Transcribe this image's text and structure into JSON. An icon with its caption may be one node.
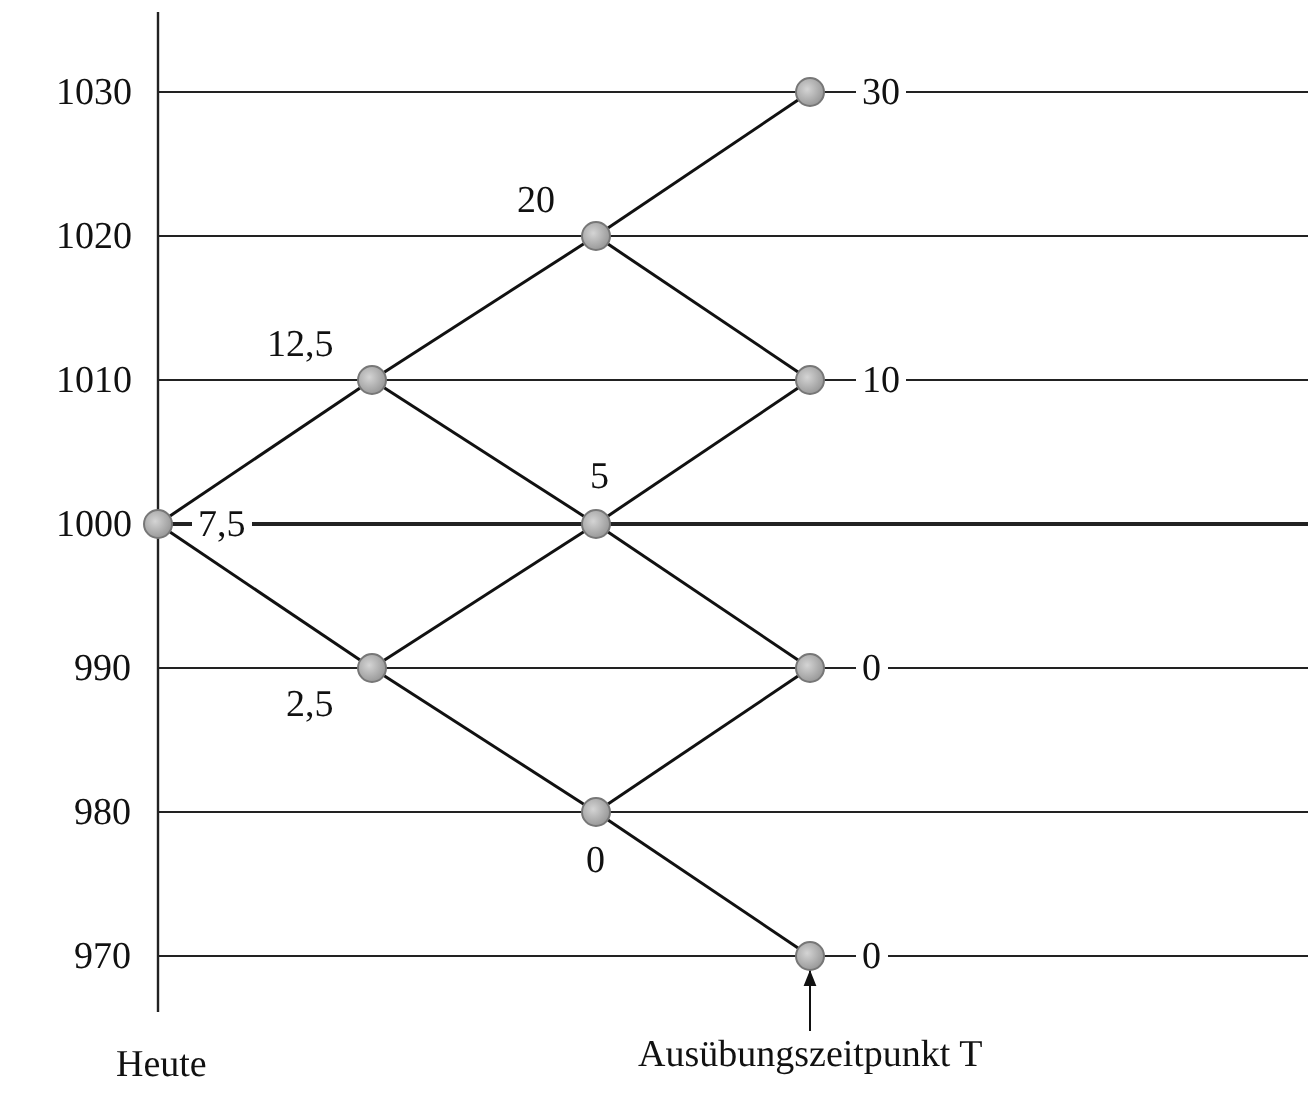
{
  "diagram": {
    "nodes": [
      {
        "text": [],
        "shape": "circle",
        "beside": [
          "7,5"
        ]
      },
      {
        "text": [],
        "shape": "circle",
        "beside": [
          "12,5"
        ]
      },
      {
        "text": [],
        "shape": "circle",
        "beside": [
          "2,5"
        ]
      },
      {
        "text": [],
        "shape": "circle",
        "beside": [
          "20"
        ]
      },
      {
        "text": [],
        "shape": "circle",
        "beside": [
          "5"
        ]
      },
      {
        "text": [],
        "shape": "circle",
        "beside": [
          "0"
        ]
      },
      {
        "text": [],
        "shape": "circle",
        "beside": [
          "30"
        ]
      },
      {
        "text": [],
        "shape": "circle",
        "beside": [
          "10"
        ]
      },
      {
        "text": [],
        "shape": "circle",
        "beside": [
          "0"
        ]
      },
      {
        "text": [],
        "shape": "circle",
        "beside": [
          "0"
        ]
      },
      {
        "text": [
          "Ausübungszeitpunkt T"
        ]
      }
    ],
    "edges": [
      {
        "from": 0,
        "to": 1,
        "arrow": "none"
      },
      {
        "from": 0,
        "to": 2,
        "arrow": "none"
      },
      {
        "from": 1,
        "to": 3,
        "arrow": "none"
      },
      {
        "from": 1,
        "to": 4,
        "arrow": "none"
      },
      {
        "from": 2,
        "to": 4,
        "arrow": "none"
      },
      {
        "from": 2,
        "to": 5,
        "arrow": "none"
      },
      {
        "from": 3,
        "to": 6,
        "arrow": "none"
      },
      {
        "from": 3,
        "to": 7,
        "arrow": "none"
      },
      {
        "from": 4,
        "to": 7,
        "arrow": "none"
      },
      {
        "from": 4,
        "to": 8,
        "arrow": "none"
      },
      {
        "from": 5,
        "to": 8,
        "arrow": "none"
      },
      {
        "from": 5,
        "to": 9,
        "arrow": "none"
      },
      {
        "from": 10,
        "to": 9,
        "arrow": "to"
      }
    ],
    "labels": [
      "1030",
      "1020",
      "1010",
      "1000",
      "990",
      "980",
      "970",
      "Heute"
    ]
  }
}
